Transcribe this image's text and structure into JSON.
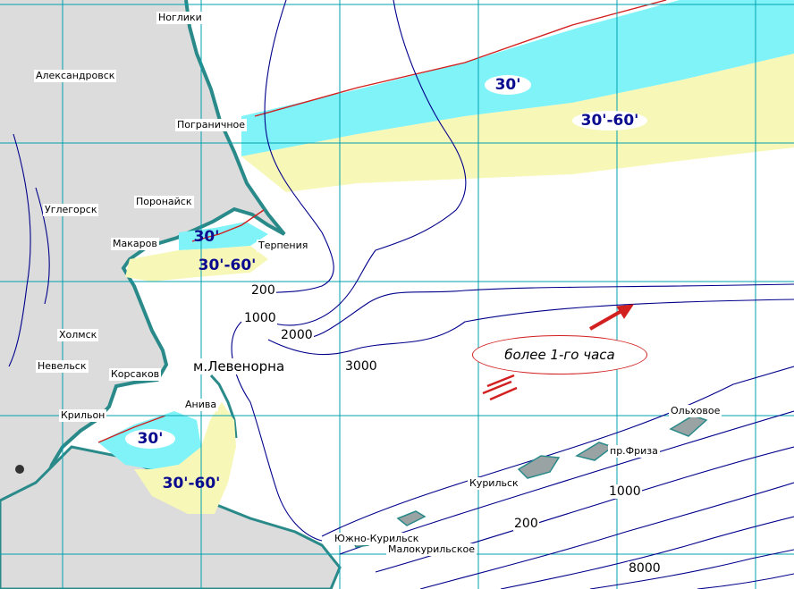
{
  "places": {
    "nogliki": "Ноглики",
    "aleksandrovsk": "Александровск",
    "pogranichnoe": "Пограничное",
    "uglegorsk": "Углегорск",
    "poronaysk": "Поронайск",
    "makarov": "Макаров",
    "terpeniya": "Терпения",
    "kholmsk": "Холмск",
    "nevelsk": "Невельск",
    "korsakov": "Корсаков",
    "levenorna": "м.Левенорна",
    "aniva": "Анива",
    "krilon": "Крильон",
    "kurilsk": "Курильск",
    "friza": "пр.Фриза",
    "olkhovoe": "Ольховое",
    "yuzhno_kurilsk": "Южно-Курильск",
    "malokurilskoe": "Малокурильское"
  },
  "zones": {
    "north_30": "30'",
    "north_30_60": "30'-60'",
    "terpeniya_30": "30'",
    "terpeniya_30_60": "30'-60'",
    "aniva_30": "30'",
    "aniva_30_60": "30'-60'"
  },
  "isobaths": {
    "d200": "200",
    "d1000": "1000",
    "d2000": "2000",
    "d3000": "3000",
    "d1000_east": "1000",
    "d200_south": "200",
    "d8000": "8000"
  },
  "callout": {
    "text": "более 1-го часа"
  },
  "colors": {
    "land": "#dcdcdc",
    "grid": "#00a0b0",
    "isobath": "#00008b",
    "zone_30": "#7ff3f7",
    "zone_30_60": "#f7f7b8",
    "boundary": "#d21f1f",
    "coast_shadow": "#2a8a8a"
  }
}
